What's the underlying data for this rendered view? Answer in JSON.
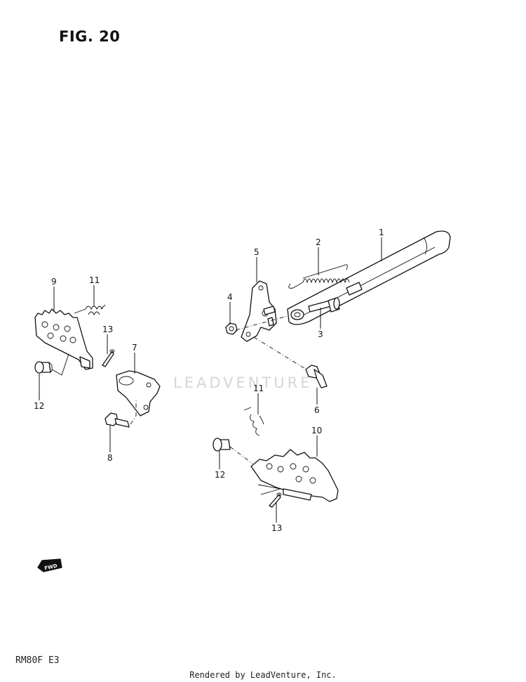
{
  "figure": {
    "title": "FIG. 20"
  },
  "footer": {
    "model_code": "RM80F  E3",
    "credit": "Rendered by LeadVenture, Inc."
  },
  "watermark": {
    "text": "LEADVENTURE"
  },
  "badges": {
    "fwd": "FWD"
  },
  "callouts": [
    {
      "id": "c1",
      "label": "1"
    },
    {
      "id": "c2",
      "label": "2"
    },
    {
      "id": "c3",
      "label": "3"
    },
    {
      "id": "c4",
      "label": "4"
    },
    {
      "id": "c5",
      "label": "5"
    },
    {
      "id": "c6",
      "label": "6"
    },
    {
      "id": "c7",
      "label": "7"
    },
    {
      "id": "c8",
      "label": "8"
    },
    {
      "id": "c9",
      "label": "9"
    },
    {
      "id": "c10",
      "label": "10"
    },
    {
      "id": "c11a",
      "label": "11"
    },
    {
      "id": "c11b",
      "label": "11"
    },
    {
      "id": "c12a",
      "label": "12"
    },
    {
      "id": "c12b",
      "label": "12"
    },
    {
      "id": "c13a",
      "label": "13"
    },
    {
      "id": "c13b",
      "label": "13"
    }
  ]
}
